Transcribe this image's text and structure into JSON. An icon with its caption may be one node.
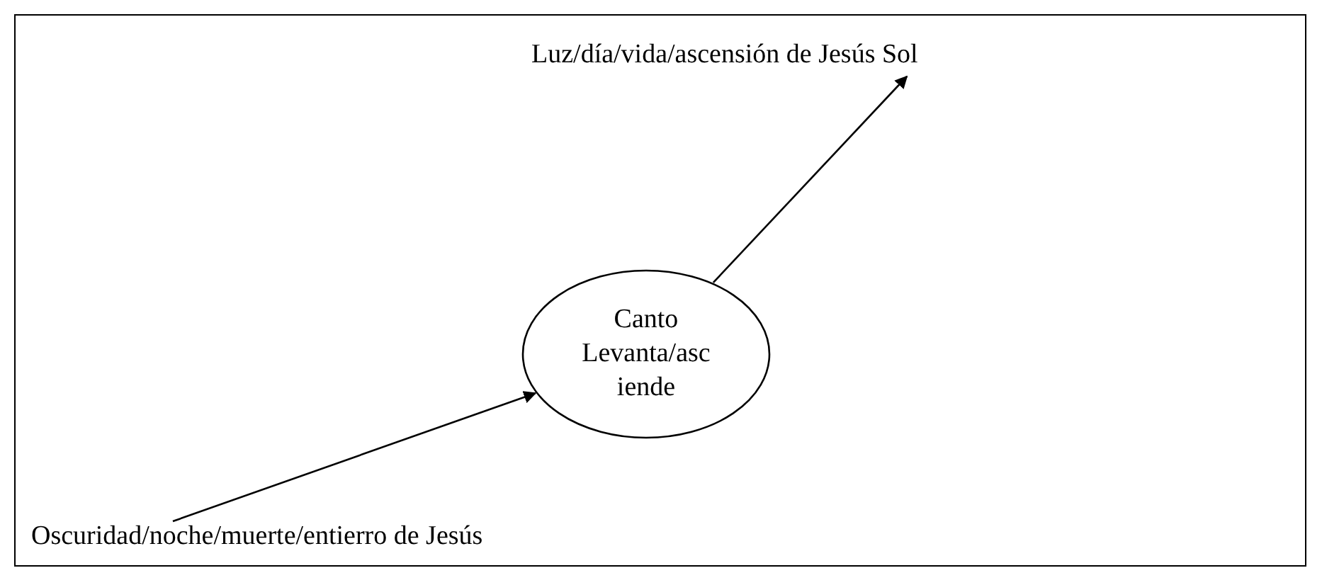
{
  "diagram": {
    "nodes": [
      {
        "text": [
          "Oscuridad/noche/muerte/entierro de Jesús"
        ]
      },
      {
        "text": [
          "Canto Levanta/asc iende"
        ]
      },
      {
        "text": [
          "Luz/día/vida/ascensión de Jesús Sol"
        ]
      }
    ],
    "edges": [
      {
        "from": 0,
        "to": 1,
        "arrow": "to"
      },
      {
        "from": 1,
        "to": 2,
        "arrow": "to"
      }
    ]
  }
}
